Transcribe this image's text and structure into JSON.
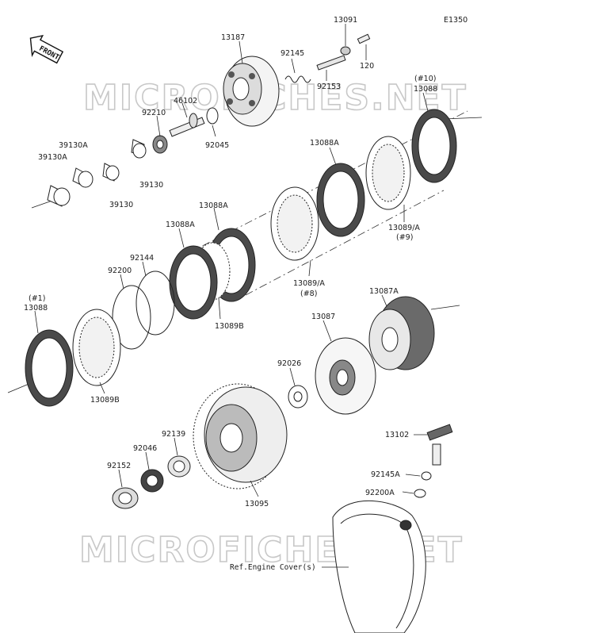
{
  "diagram_code": "E1350",
  "front_label": "FRONT",
  "watermark_text": "MICROFICHES.NET",
  "ref_note": "Ref.Engine Cover(s)",
  "parts": {
    "p13091": "13091",
    "p13187": "13187",
    "p92145": "92145",
    "p120": "120",
    "p92153": "92153",
    "p46102": "46102",
    "p92210": "92210",
    "p92045": "92045",
    "p39130A_1": "39130A",
    "p39130A_2": "39130A",
    "p39130_1": "39130",
    "p39130_2": "39130",
    "p13088_10": "13088",
    "p13088_10_tag": "(#10)",
    "p13088A_1": "13088A",
    "p13088A_2": "13088A",
    "p13088A_3": "13088A",
    "p13089A_9": "13089/A",
    "p13089A_9_tag": "(#9)",
    "p13089A_8": "13089/A",
    "p13089A_8_tag": "(#8)",
    "p92144": "92144",
    "p92200": "92200",
    "p13088_1": "13088",
    "p13088_1_tag": "(#1)",
    "p13089B_1": "13089B",
    "p13089B_2": "13089B",
    "p13087A": "13087A",
    "p13087": "13087",
    "p92026": "92026",
    "p92139": "92139",
    "p92046": "92046",
    "p92152": "92152",
    "p13095": "13095",
    "p13102": "13102",
    "p92145A": "92145A",
    "p92200A": "92200A"
  },
  "colors": {
    "ink": "#222222",
    "watermark": "#c8c8c8",
    "friction_fill": "#4a4a4a"
  }
}
